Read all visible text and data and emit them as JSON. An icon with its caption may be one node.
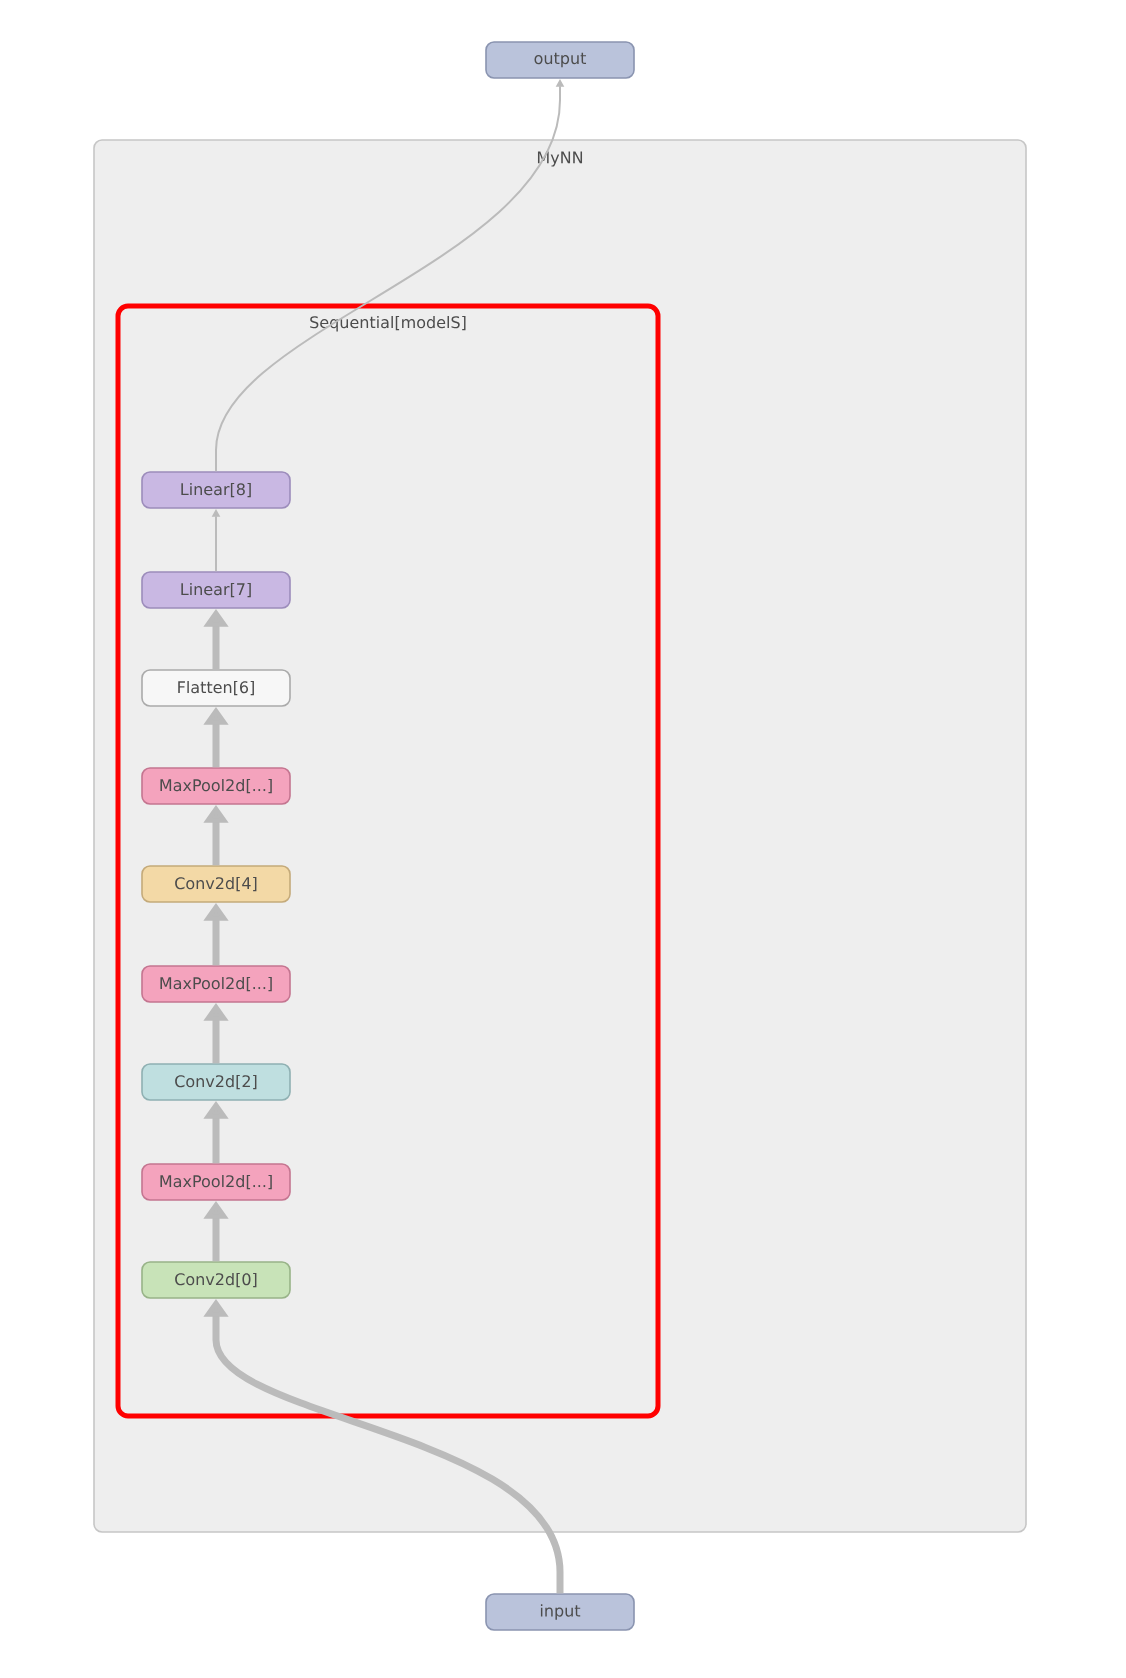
{
  "diagram": {
    "nodes": [
      {
        "text": [
          "output"
        ]
      },
      {
        "text": [
          "MyNN"
        ]
      },
      {
        "text": [
          "Sequential[modelS]"
        ],
        "in": 1
      },
      {
        "text": [
          "Linear[8]"
        ],
        "in": 2
      },
      {
        "text": [
          "Linear[7]"
        ],
        "in": 2
      },
      {
        "text": [
          "Flatten[6]"
        ],
        "in": 2
      },
      {
        "text": [
          "MaxPool2d[...]"
        ],
        "in": 2
      },
      {
        "text": [
          "Conv2d[4]"
        ],
        "in": 2
      },
      {
        "text": [
          "MaxPool2d[...]"
        ],
        "in": 2
      },
      {
        "text": [
          "Conv2d[2]"
        ],
        "in": 2
      },
      {
        "text": [
          "MaxPool2d[...]"
        ],
        "in": 2
      },
      {
        "text": [
          "Conv2d[0]"
        ],
        "in": 2
      },
      {
        "text": [
          "input"
        ]
      }
    ],
    "edges": [
      {
        "from": 12,
        "to": 11,
        "arrow": "to"
      },
      {
        "from": 11,
        "to": 10,
        "arrow": "to"
      },
      {
        "from": 10,
        "to": 9,
        "arrow": "to"
      },
      {
        "from": 9,
        "to": 8,
        "arrow": "to"
      },
      {
        "from": 8,
        "to": 7,
        "arrow": "to"
      },
      {
        "from": 7,
        "to": 6,
        "arrow": "to"
      },
      {
        "from": 6,
        "to": 5,
        "arrow": "to"
      },
      {
        "from": 5,
        "to": 4,
        "arrow": "to"
      },
      {
        "from": 4,
        "to": 3,
        "arrow": "to"
      },
      {
        "from": 3,
        "to": 0,
        "arrow": "to"
      }
    ]
  }
}
